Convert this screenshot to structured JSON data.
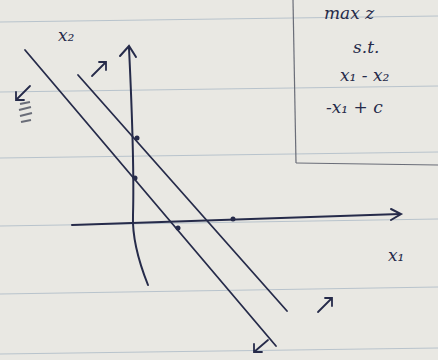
{
  "diagram": {
    "labels": [
      "x₂",
      "x₁",
      "max z",
      "s.t.",
      "x₁ - x₂",
      "-x₁ + c"
    ]
  }
}
